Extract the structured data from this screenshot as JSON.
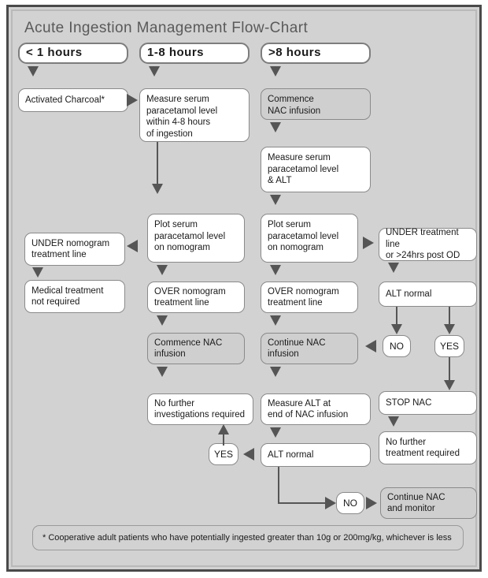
{
  "title": "Acute Ingestion Management Flow-Chart",
  "headers": [
    {
      "label": "< 1 hours"
    },
    {
      "label": "1-8 hours"
    },
    {
      "label": ">8 hours"
    }
  ],
  "nodes": {
    "activated_charcoal": "Activated Charcoal*",
    "measure_serum_4_8": "Measure serum\nparacetamol level\nwithin 4-8 hours\nof ingestion",
    "commence_nac_infusion_col3": "Commence\nNAC infusion",
    "measure_serum_alt": "Measure serum\nparacetamol level\n& ALT",
    "under_nomogram_treatment_line": "UNDER nomogram\ntreatment line",
    "plot_serum_col2": "Plot serum\nparacetamol level\non nomogram",
    "plot_serum_col3": "Plot serum\nparacetamol level\non nomogram",
    "under_treatment_line_24hrs": "UNDER treatment line\nor >24hrs post OD",
    "medical_treatment_not_required": "Medical treatment\nnot required",
    "over_nomogram_col2": "OVER nomogram\ntreatment line",
    "over_nomogram_col3": "OVER nomogram\ntreatment line",
    "alt_normal_col4": "ALT normal",
    "commence_nac_col2": "Commence NAC\ninfusion",
    "continue_nac_col3": "Continue NAC\ninfusion",
    "no_pill_col4": "NO",
    "yes_pill_col5": "YES",
    "no_further_investigations": "No further\ninvestigations required",
    "measure_alt_end": "Measure ALT at\nend of NAC infusion",
    "stop_nac": "STOP NAC",
    "yes_pill_bottom": "YES",
    "alt_normal_bottom": "ALT normal",
    "no_further_treatment_required": "No further\ntreatment required",
    "no_pill_bottom": "NO",
    "continue_nac_and_monitor": "Continue NAC\nand monitor"
  },
  "footnote": "* Cooperative adult patients who have potentially ingested greater than 10g or 200mg/kg, whichever is less",
  "colors": {
    "frame_border": "#4a4a4a",
    "background": "#d2d2d2",
    "node_fill": "#ffffff",
    "node_fill_gray": "#cfcfcf",
    "node_border": "#8a8a8a",
    "arrow": "#555555",
    "title_text": "#5a5a5a"
  }
}
